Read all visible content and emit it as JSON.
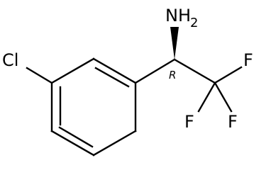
{
  "molecule": {
    "atoms": {
      "amine_n": "NH",
      "amine_h_count": "2",
      "chlorine": "Cl",
      "fluorine_1": "F",
      "fluorine_2": "F",
      "fluorine_3": "F"
    },
    "stereo_descriptor": "R"
  }
}
